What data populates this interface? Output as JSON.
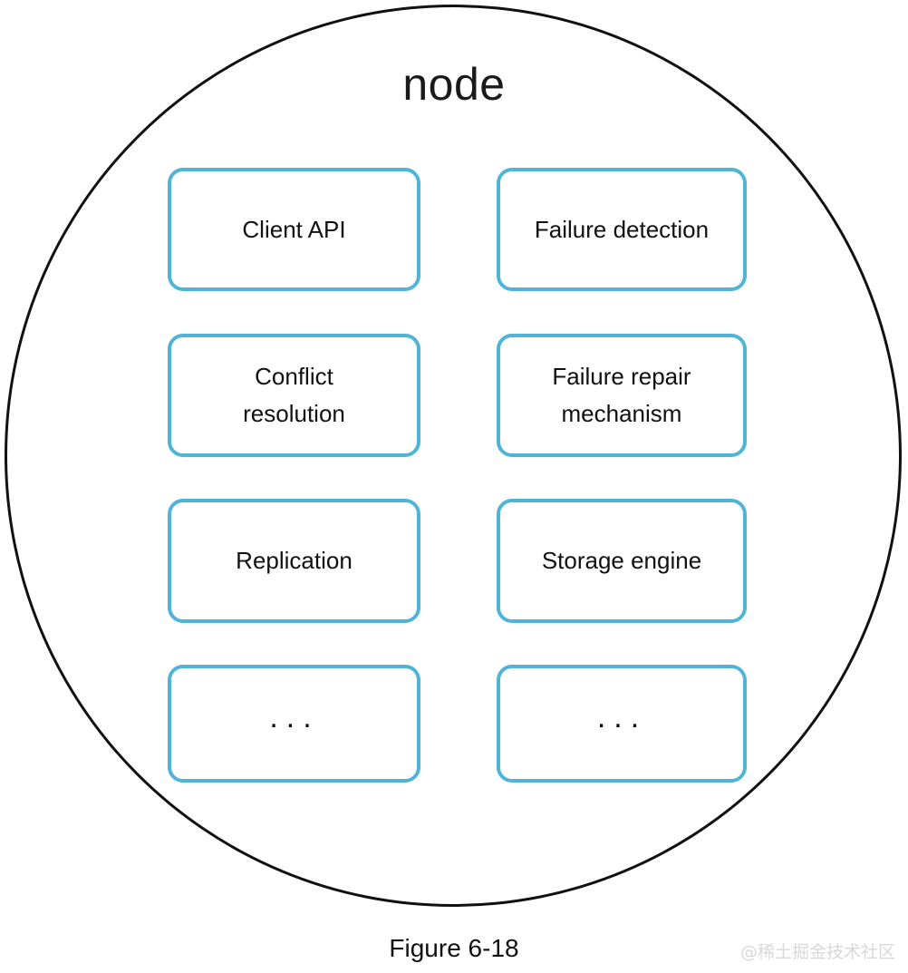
{
  "figure": {
    "caption": "Figure 6-18",
    "watermark": "@稀土掘金技术社区",
    "circle_label": "node",
    "accent_color": "#4fb4d8",
    "outline_color": "#111111",
    "background_color": "#ffffff"
  },
  "components": {
    "columns": [
      {
        "name": "left-column",
        "boxes": [
          {
            "label": "Client API",
            "is_ellipsis": false
          },
          {
            "label": "Conflict\nresolution",
            "is_ellipsis": false
          },
          {
            "label": "Replication",
            "is_ellipsis": false
          },
          {
            "label": "...",
            "is_ellipsis": true
          }
        ]
      },
      {
        "name": "right-column",
        "boxes": [
          {
            "label": "Failure detection",
            "is_ellipsis": false
          },
          {
            "label": "Failure repair\nmechanism",
            "is_ellipsis": false
          },
          {
            "label": "Storage engine",
            "is_ellipsis": false
          },
          {
            "label": "...",
            "is_ellipsis": true
          }
        ]
      }
    ]
  }
}
